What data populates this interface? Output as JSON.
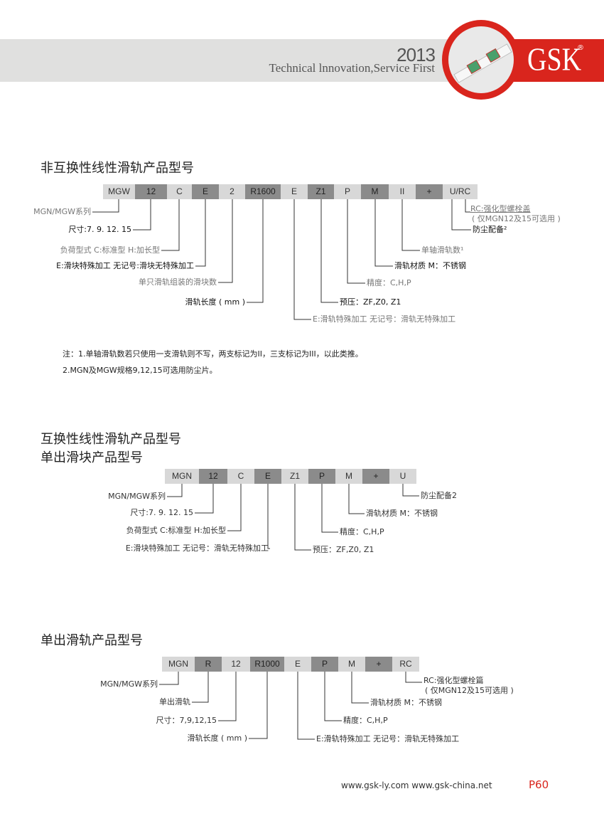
{
  "header": {
    "year": "2013",
    "slogan": "Technical lnnovation,Service First",
    "logo": "GSK",
    "registered": "®"
  },
  "section1": {
    "title": "非互换性线性滑轨产品型号",
    "codes": [
      "MGW",
      "12",
      "C",
      "E",
      "2",
      "R1600",
      "E",
      "Z1",
      "P",
      "M",
      "II",
      "+",
      "U/RC"
    ],
    "labels": {
      "series": "MGN/MGW系列",
      "size": "尺寸:7. 9. 12. 15",
      "load": "负荷型式  C:标准型  H:加长型",
      "block_proc": "E:滑块特殊加工   无记号:滑块无特殊加工",
      "blocks": "单只滑轨组装的滑块数",
      "length": "滑轨长度 ( mm )",
      "rail_proc": "E:滑轨特殊加工   无记号：滑轨无特殊加工",
      "preload": "预压：ZF,Z0,  Z1",
      "precision": "精度：C,H,P",
      "material": "滑轨材质 M：不锈钢",
      "rails": "单轴滑轨数¹",
      "dust": "防尘配备²",
      "rc": "RC:强化型螺栓盖",
      "rc_note": "( 仅MGN12及15可选用 )"
    }
  },
  "notes": [
    "注：1.单轴滑轨数若只使用一支滑轨则不写，两支标记为II，三支标记为III，以此类推。",
    "2.MGN及MGW规格9,12,15可选用防尘片。"
  ],
  "section2": {
    "title": "互换性线性滑轨产品型号",
    "subtitle": "单出滑块产品型号",
    "codes": [
      "MGN",
      "12",
      "C",
      "E",
      "Z1",
      "P",
      "M",
      "+",
      "U"
    ],
    "labels": {
      "series": "MGN/MGW系列",
      "size": "尺寸:7. 9. 12. 15",
      "load": "负荷型式  C:标准型  H:加长型",
      "block_proc": "E:滑块特殊加工  无记号：滑轨无特殊加工",
      "preload": "预压：ZF,Z0,  Z1",
      "precision": "精度：C,H,P",
      "material": "滑轨材质  M：不锈钢",
      "dust": "防尘配备2"
    }
  },
  "section3": {
    "title": "单出滑轨产品型号",
    "codes": [
      "MGN",
      "R",
      "12",
      "R1000",
      "E",
      "P",
      "M",
      "+",
      "RC"
    ],
    "labels": {
      "series": "MGN/MGW系列",
      "rail": "单出滑轨",
      "size": "尺寸：7,9,12,15",
      "length": "滑轨长度 ( mm )",
      "rail_proc": "E:滑轨特殊加工  无记号：滑轨无特殊加工",
      "precision": "精度：C,H,P",
      "material": "滑轨材质 M：不锈钢",
      "rc": "RC:强化型螺栓篇",
      "rc_note": "( 仅MGN12及15可选用 )"
    }
  },
  "footer": {
    "urls": "www.gsk-ly.com    www.gsk-china.net",
    "page": "P60"
  }
}
